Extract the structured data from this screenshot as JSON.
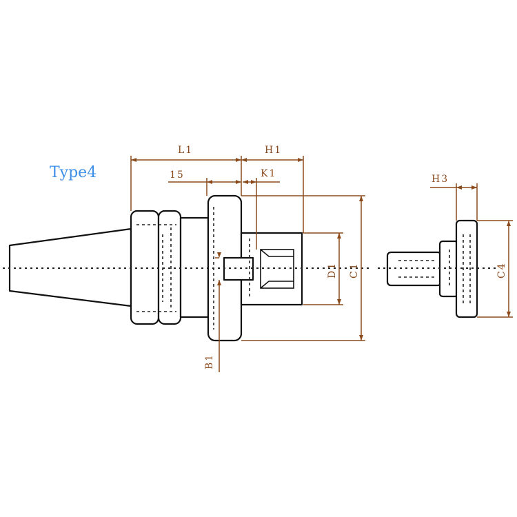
{
  "diagram": {
    "type_label": "Type4",
    "dimensions": {
      "L1": "L1",
      "H1": "H1",
      "fifteen": "15",
      "K1": "K1",
      "D1": "D1",
      "C1": "C1",
      "B1": "B1",
      "H3": "H3",
      "C4": "C4"
    },
    "colors": {
      "dimension": "#8b4a1c",
      "type_label": "#3d8fe6",
      "outline": "#111111"
    }
  }
}
